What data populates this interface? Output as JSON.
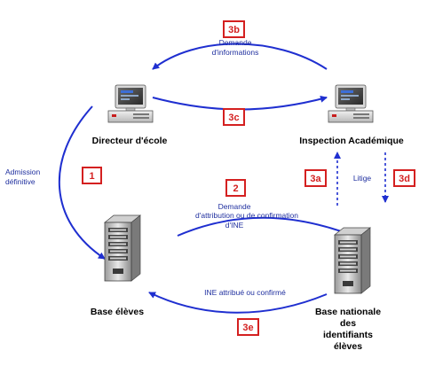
{
  "nodes": {
    "directeur": "Directeur d'école",
    "inspection": "Inspection Académique",
    "base_eleves": "Base élèves",
    "base_nationale": [
      "Base nationale",
      "des",
      "identifiants",
      "élèves"
    ]
  },
  "badges": {
    "b1": "1",
    "b2": "2",
    "b3a": "3a",
    "b3b": "3b",
    "b3c": "3c",
    "b3d": "3d",
    "b3e": "3e"
  },
  "flow_labels": {
    "demande_informations": [
      "Demande",
      "d'informations"
    ],
    "admission_definitive": [
      "Admission",
      "définitive"
    ],
    "demande_attribution": [
      "Demande",
      "d'attribution ou de confirmation",
      "d'INE"
    ],
    "litige": "Litige",
    "ine_attribue": "INE attribué ou confirmé"
  },
  "colors": {
    "arrow": "#1f2fd0",
    "badge": "#d42020",
    "label": "#1f2f9f"
  },
  "icons": [
    "desktop-computer-icon",
    "server-tower-icon"
  ]
}
